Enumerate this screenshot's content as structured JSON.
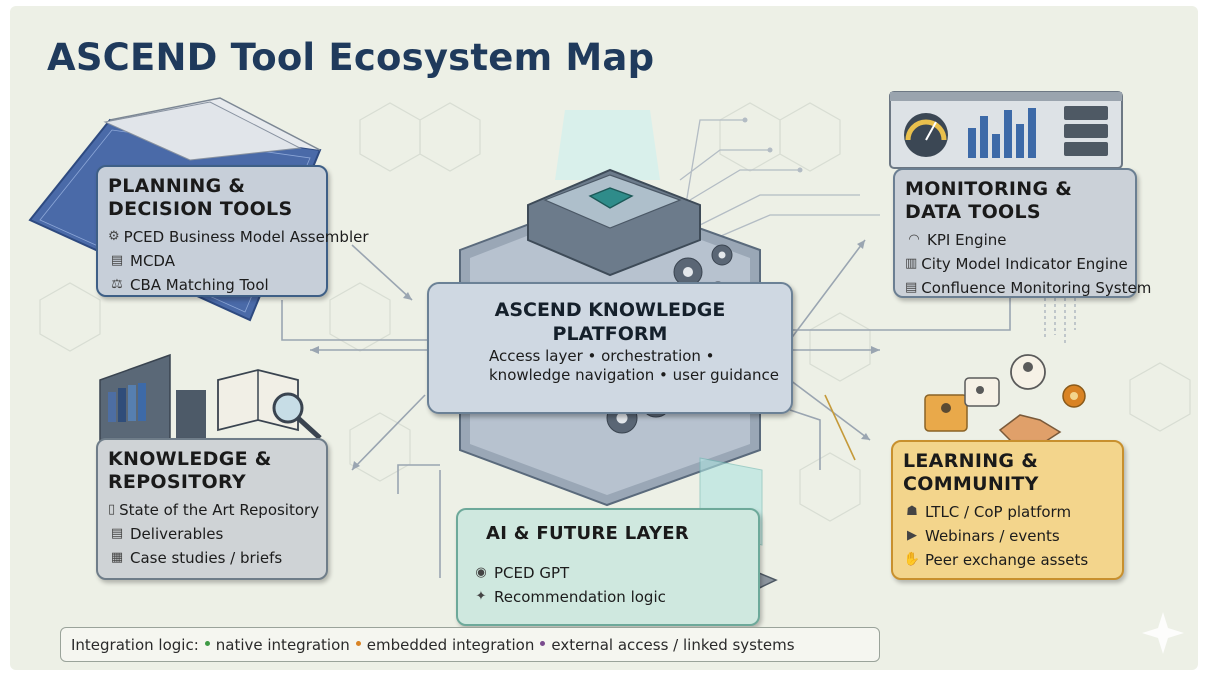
{
  "title": "ASCEND Tool Ecosystem Map",
  "platform": {
    "title_line1": "ASCEND KNOWLEDGE",
    "title_line2": "PLATFORM",
    "desc_line1": "Access layer • orchestration •",
    "desc_line2": "knowledge navigation • user guidance"
  },
  "planning": {
    "title_line1": "PLANNING &",
    "title_line2": "DECISION TOOLS",
    "items": [
      {
        "label": "PCED Business Model Assembler",
        "icon": "gear-icon"
      },
      {
        "label": "MCDA",
        "icon": "chart-icon"
      },
      {
        "label": "CBA Matching Tool",
        "icon": "scales-icon"
      }
    ]
  },
  "monitoring": {
    "title_line1": "MONITORING &",
    "title_line2": "DATA TOOLS",
    "items": [
      {
        "label": "KPI Engine",
        "icon": "gauge-icon"
      },
      {
        "label": "City Model Indicator Engine",
        "icon": "city-icon"
      },
      {
        "label": "Confluence Monitoring System",
        "icon": "server-icon"
      }
    ]
  },
  "knowledge": {
    "title_line1": "KNOWLEDGE &",
    "title_line2": "REPOSITORY",
    "items": [
      {
        "label": "State of the Art Repository",
        "icon": "book-icon"
      },
      {
        "label": "Deliverables",
        "icon": "document-icon"
      },
      {
        "label": "Case studies / briefs",
        "icon": "clipboard-icon"
      }
    ]
  },
  "learning": {
    "title_line1": "LEARNING &",
    "title_line2": "COMMUNITY",
    "items": [
      {
        "label": "LTLC / CoP platform",
        "icon": "people-icon"
      },
      {
        "label": "Webinars / events",
        "icon": "video-icon"
      },
      {
        "label": "Peer exchange assets",
        "icon": "handshake-icon"
      }
    ]
  },
  "ai": {
    "title": "AI & FUTURE LAYER",
    "items": [
      {
        "label": "PCED GPT",
        "icon": "brain-icon"
      },
      {
        "label": "Recommendation logic",
        "icon": "sparkle-icon"
      }
    ]
  },
  "legend": {
    "prefix": "Integration logic:",
    "items": [
      {
        "label": "native integration",
        "color": "#3f9a45"
      },
      {
        "label": "embedded integration",
        "color": "#d98324"
      },
      {
        "label": "external access / linked systems",
        "color": "#7a4c8e"
      }
    ]
  },
  "colors": {
    "title": "#1f3a5c",
    "background": "#edf0e6",
    "learning_card": "#f3d58c",
    "ai_card": "#cfe8df"
  }
}
